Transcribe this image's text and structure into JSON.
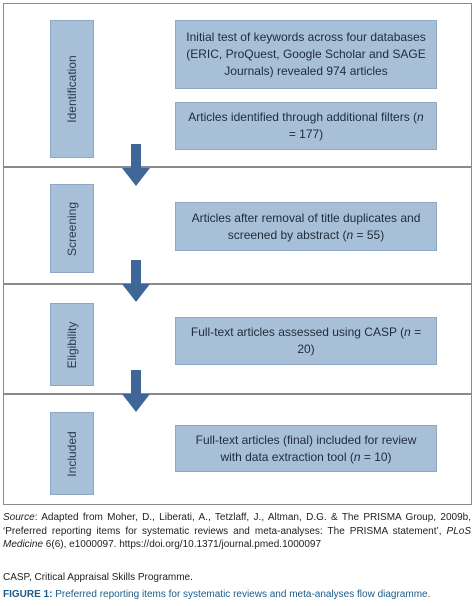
{
  "stages": {
    "identification": "Identification",
    "screening": "Screening",
    "eligibility": "Eligibility",
    "included": "Included"
  },
  "boxes": {
    "initial_test": "Initial test of keywords across four databases (ERIC, ProQuest, Google Scholar and SAGE Journals) revealed 974 articles",
    "additional_filters_prefix": "Articles identified through additional filters (",
    "additional_filters_n": "n",
    "additional_filters_suffix": " = 177)",
    "screening_prefix": "Articles after removal of title duplicates and screened by abstract (",
    "screening_n": "n",
    "screening_suffix": " = 55)",
    "eligibility_prefix": "Full-text articles assessed using CASP (",
    "eligibility_n": "n",
    "eligibility_suffix": " = 20)",
    "included_prefix": "Full-text articles (final) included for review with data extraction tool (",
    "included_n": "n",
    "included_suffix": " = 10)"
  },
  "colors": {
    "box_fill": "#a8bfd8",
    "arrow": "#3e6797",
    "figure_label": "#1a5c8a"
  },
  "caption": {
    "source_label": "Source",
    "source_text": ": Adapted from Moher, D., Liberati, A., Tetzlaff, J., Altman, D.G. & The PRISMA Group, 2009b, ‘Preferred reporting items for systematic reviews and meta-analyses: The PRISMA statement’, ",
    "source_journal": "PLoS Medicine",
    "source_tail": " 6(6), e1000097. https://doi.org/10.1371/journal.pmed.1000097",
    "abbreviation": "CASP, Critical Appraisal Skills Programme.",
    "figure_label": "FIGURE 1:",
    "figure_text": " Preferred reporting items for systematic reviews and meta-analyses flow diagramme."
  }
}
